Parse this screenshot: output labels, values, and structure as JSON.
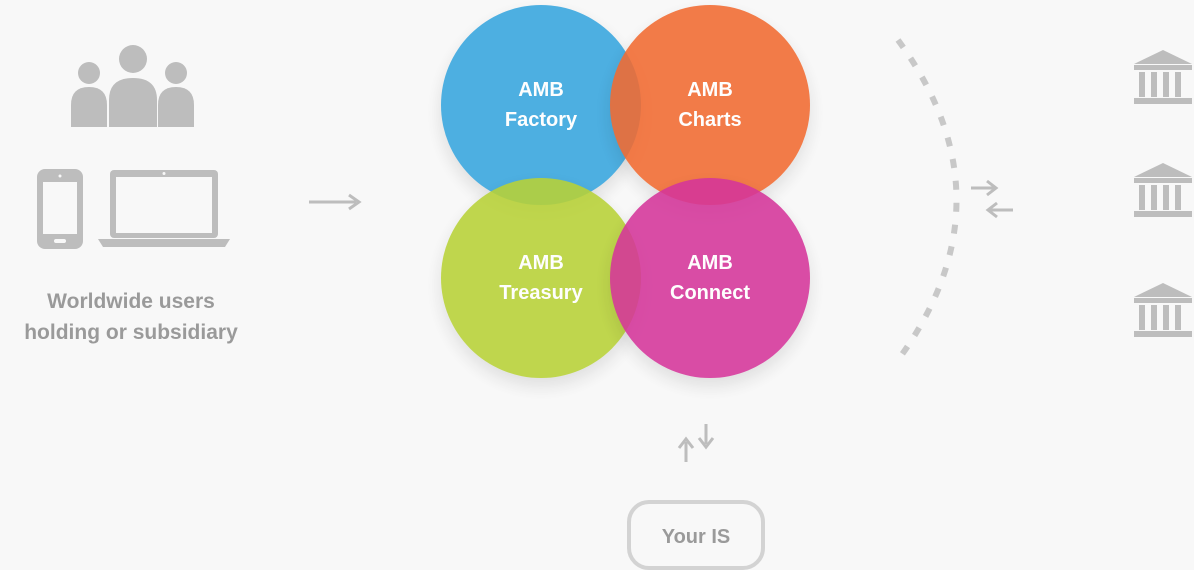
{
  "users": {
    "caption_line1": "Worldwide users",
    "caption_line2": "holding or subsidiary"
  },
  "modules": [
    {
      "line1": "AMB",
      "line2": "Factory",
      "color": "#3fa9e0"
    },
    {
      "line1": "AMB",
      "line2": "Charts",
      "color": "#f26a30"
    },
    {
      "line1": "AMB",
      "line2": "Treasury",
      "color": "#b8d236"
    },
    {
      "line1": "AMB",
      "line2": "Connect",
      "color": "#d5359a"
    }
  ],
  "your_is": {
    "label": "Your IS"
  },
  "icons": {
    "users": "users-group-icon",
    "devices": [
      "smartphone-icon",
      "laptop-icon"
    ],
    "arrow_right": "arrow-right-icon",
    "exchange_right": "exchange-arrows-icon",
    "exchange_bottom": "exchange-arrows-icon",
    "banks": [
      "bank-icon",
      "bank-icon",
      "bank-icon"
    ]
  },
  "colors": {
    "background": "#f8f8f8",
    "icon_gray": "#bdbdbd",
    "text_gray": "#9a9a9a",
    "dash_gray": "#c8c8c8"
  }
}
